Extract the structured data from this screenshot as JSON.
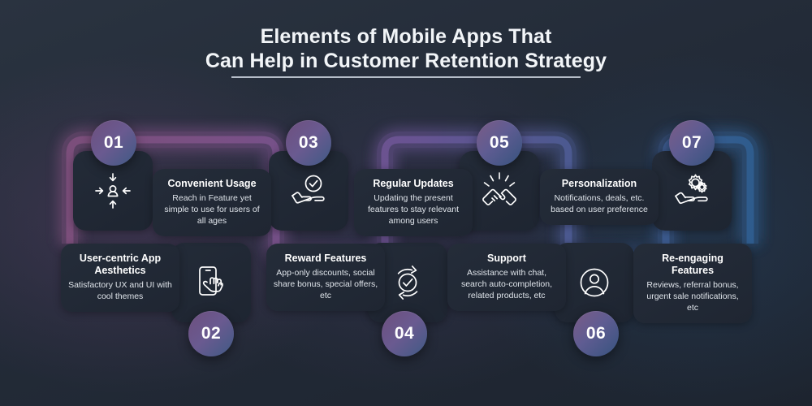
{
  "header": {
    "title_line1": "Elements of Mobile Apps That",
    "title_line2": "Can Help in Customer Retention Strategy"
  },
  "colors": {
    "background": "#232b38",
    "accent_purple": "#6d4f7e",
    "accent_blue": "#3f5a85",
    "text_primary": "#ffffff",
    "text_secondary": "#dfe4ea"
  },
  "items": [
    {
      "number": "01",
      "title": "User-centric App Aesthetics",
      "description": "Satisfactory UX and UI with cool themes",
      "icon": "user-target-icon"
    },
    {
      "number": "02",
      "title": "Convenient Usage",
      "description": "Reach in Feature yet simple to use for users of all ages",
      "icon": "phone-tap-icon"
    },
    {
      "number": "03",
      "title": "Reward Features",
      "description": "App-only discounts, social share bonus, special offers,  etc",
      "icon": "hand-check-icon"
    },
    {
      "number": "04",
      "title": "Regular Updates",
      "description": "Updating the present features to stay relevant among users",
      "icon": "refresh-check-icon"
    },
    {
      "number": "05",
      "title": "Support",
      "description": "Assistance with chat, search auto-completion, related products, etc",
      "icon": "handshake-icon"
    },
    {
      "number": "06",
      "title": "Personalization",
      "description": "Notifications, deals, etc. based on user preference",
      "icon": "user-circle-icon"
    },
    {
      "number": "07",
      "title": "Re-engaging Features",
      "description": "Reviews, referral bonus, urgent sale notifications, etc",
      "icon": "hand-gears-icon"
    }
  ]
}
